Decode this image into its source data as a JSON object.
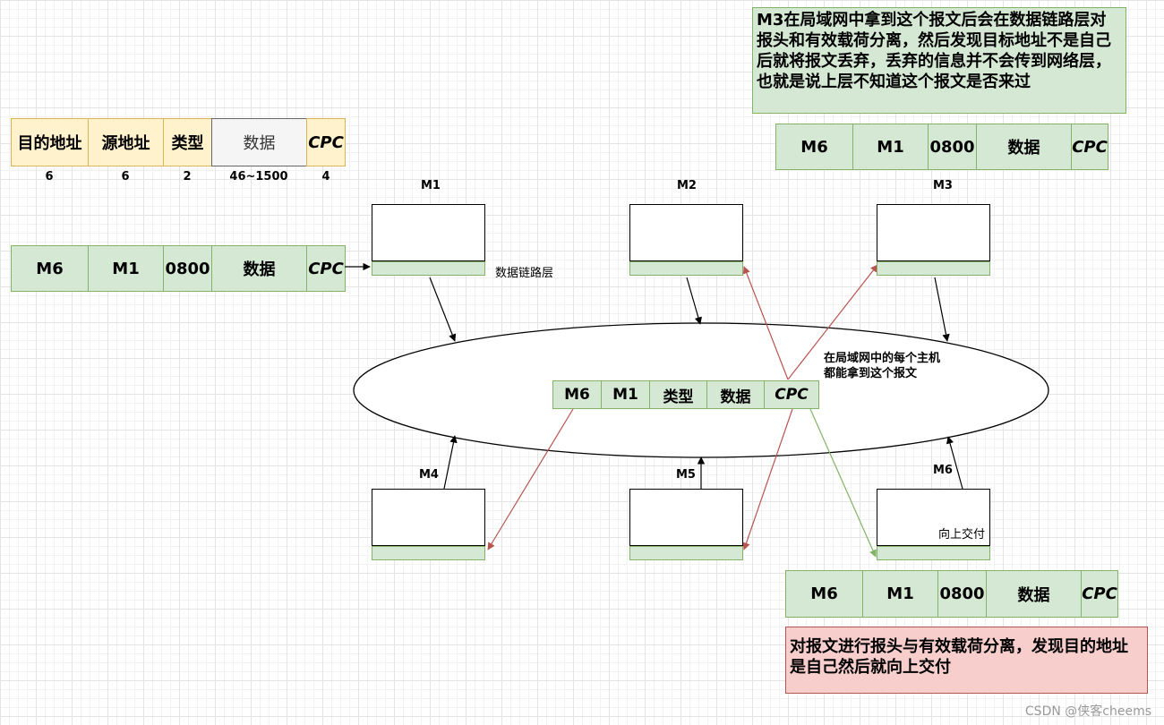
{
  "header_frame": {
    "fields": [
      "目的地址",
      "源地址",
      "类型",
      "数据",
      "CPC"
    ],
    "sizes": [
      "6",
      "6",
      "2",
      "46~1500",
      "4"
    ]
  },
  "frame_left": [
    "M6",
    "M1",
    "0800",
    "数据",
    "CPC"
  ],
  "frame_center": [
    "M6",
    "M1",
    "类型",
    "数据",
    "CPC"
  ],
  "frame_top_right": [
    "M6",
    "M1",
    "0800",
    "数据",
    "CPC"
  ],
  "frame_bottom_right": [
    "M6",
    "M1",
    "0800",
    "数据",
    "CPC"
  ],
  "hosts": {
    "m1": "M1",
    "m2": "M2",
    "m3": "M3",
    "m4": "M4",
    "m5": "M5",
    "m6": "M6"
  },
  "labels": {
    "data_link_layer": "数据链路层",
    "broadcast_note": "在局域网中的每个主机都能拿到这个报文",
    "deliver_up": "向上交付"
  },
  "notes": {
    "m3_note": "M3在局域网中拿到这个报文后会在数据链路层对报头和有效载荷分离，然后发现目标地址不是自己后就将报文丢弃，丢弃的信息并不会传到网络层，也就是说上层不知道这个报文是否来过",
    "m6_note": "对报文进行报头与有效载荷分离，发现目的地址是自己然后就向上交付"
  },
  "watermark": "CSDN @侠客cheems",
  "colors": {
    "green_fill": "#d5e8d4",
    "green_stroke": "#82b366",
    "yellow_fill": "#fff2cc",
    "red_fill": "#f8cecc",
    "red_arrow": "#b85450",
    "green_arrow": "#82b366"
  }
}
